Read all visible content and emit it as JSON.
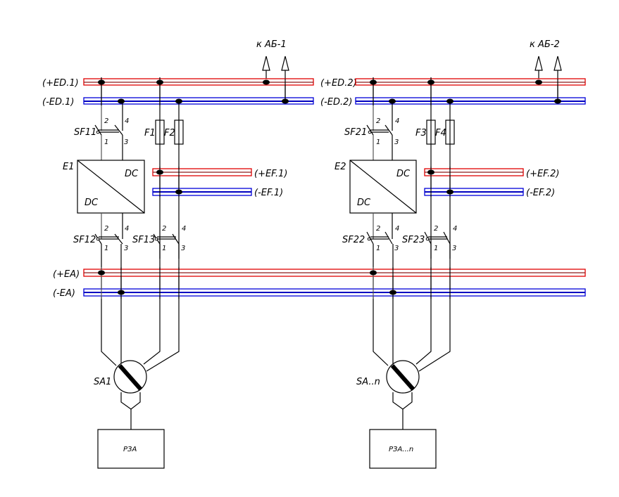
{
  "diagram": {
    "type": "electrical-schematic",
    "colors": {
      "positive_bus": "#e00000",
      "negative_bus": "#0000d8",
      "wire": "#000000"
    },
    "sections": [
      {
        "id": "1",
        "bus_pos_label": "(+ED.1)",
        "bus_neg_label": "(-ED.1)",
        "battery_ref": "к АБ-1",
        "switch_top": {
          "label": "SF11",
          "pins": [
            "2",
            "4",
            "1",
            "3"
          ]
        },
        "converter": {
          "label": "E1",
          "in": "DC",
          "out": "DC"
        },
        "fuses": [
          "F1",
          "F2"
        ],
        "branch_pos_label": "(+EF.1)",
        "branch_neg_label": "(-EF.1)",
        "switch_bottom_a": {
          "label": "SF12",
          "pins": [
            "2",
            "4",
            "1",
            "3"
          ]
        },
        "switch_bottom_b": {
          "label": "SF13",
          "pins": [
            "2",
            "4",
            "1",
            "3"
          ]
        },
        "selector": "SA1",
        "relay": "РЗА"
      },
      {
        "id": "2",
        "bus_pos_label": "(+ED.2)",
        "bus_neg_label": "(-ED.2)",
        "battery_ref": "к АБ-2",
        "switch_top": {
          "label": "SF21",
          "pins": [
            "2",
            "4",
            "1",
            "3"
          ]
        },
        "converter": {
          "label": "E2",
          "in": "DC",
          "out": "DC"
        },
        "fuses": [
          "F3",
          "F4"
        ],
        "branch_pos_label": "(+EF.2)",
        "branch_neg_label": "(-EF.2)",
        "switch_bottom_a": {
          "label": "SF22",
          "pins": [
            "2",
            "4",
            "1",
            "3"
          ]
        },
        "switch_bottom_b": {
          "label": "SF23",
          "pins": [
            "2",
            "4",
            "1",
            "3"
          ]
        },
        "selector": "SA..n",
        "relay": "РЗА...n"
      }
    ],
    "common_bus_pos_label": "(+EA)",
    "common_bus_neg_label": "(-EA)"
  }
}
